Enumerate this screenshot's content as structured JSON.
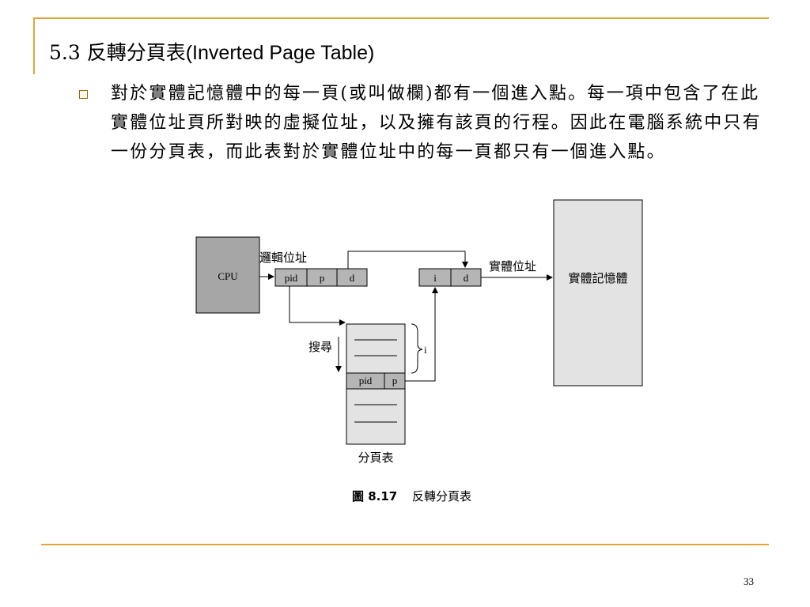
{
  "slide": {
    "title_number": "5.3",
    "title_zh": "反轉分頁表",
    "title_en": "(Inverted Page Table)",
    "bullet_text": "對於實體記憶體中的每一頁(或叫做欄)都有一個進入點。每一項中包含了在此實體位址頁所對映的虛擬位址，以及擁有該頁的行程。因此在電腦系統中只有一份分頁表，而此表對於實體位址中的每一頁都只有一個進入點。",
    "page_number": "33"
  },
  "figure": {
    "cpu_label": "CPU",
    "logical_address_label": "邏輯位址",
    "physical_address_label": "實體位址",
    "physical_memory_label": "實體記憶體",
    "search_label": "搜尋",
    "page_table_label": "分頁表",
    "logical_cells": [
      "pid",
      "p",
      "d"
    ],
    "physical_cells": [
      "i",
      "d"
    ],
    "table_entry_cells": [
      "pid",
      "p"
    ],
    "index_label": "i",
    "caption_number": "圖 8.17",
    "caption_text": "反轉分頁表"
  },
  "colors": {
    "accent_rule": "#e0a63a",
    "cpu_fill": "#a6a6a6",
    "cell_fill": "#b5b5b5",
    "table_fill": "#e3e3e3",
    "memory_fill": "#e3e3e3"
  }
}
